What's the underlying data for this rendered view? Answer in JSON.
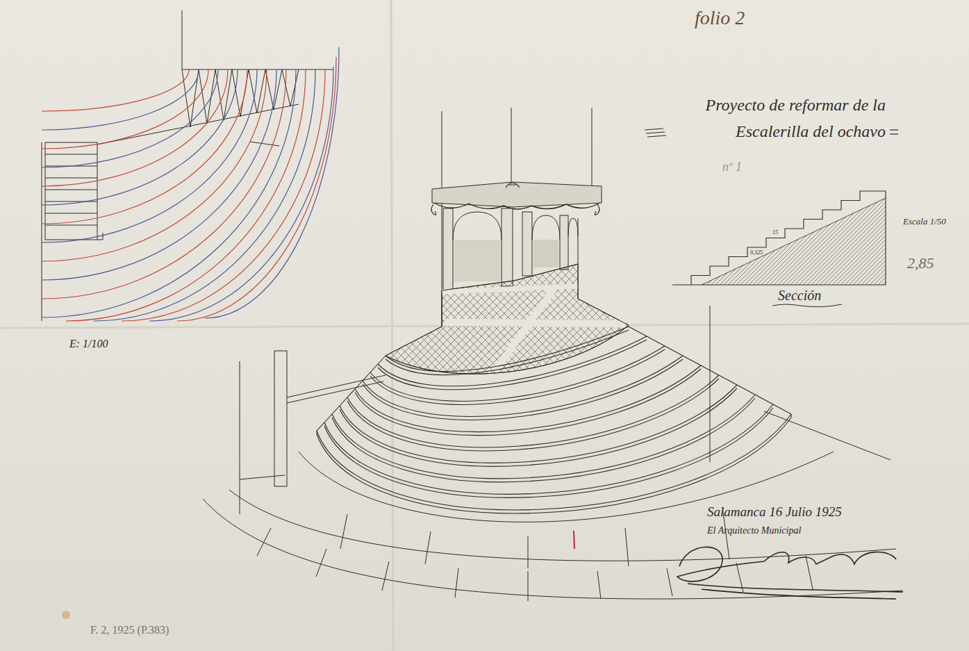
{
  "diagram": {
    "title": "Proyecto de reformar de la Escalerilla del ochavo",
    "labels": [
      "folio 2",
      "nº 1",
      "0,325",
      "15",
      "Escala 1/50",
      "2,85",
      "Sección",
      "E: 1/100",
      "Salamanca 16 Julio 1925",
      "El Arquitecto Municipal",
      "F. 2, 1925 (P.383)"
    ]
  }
}
